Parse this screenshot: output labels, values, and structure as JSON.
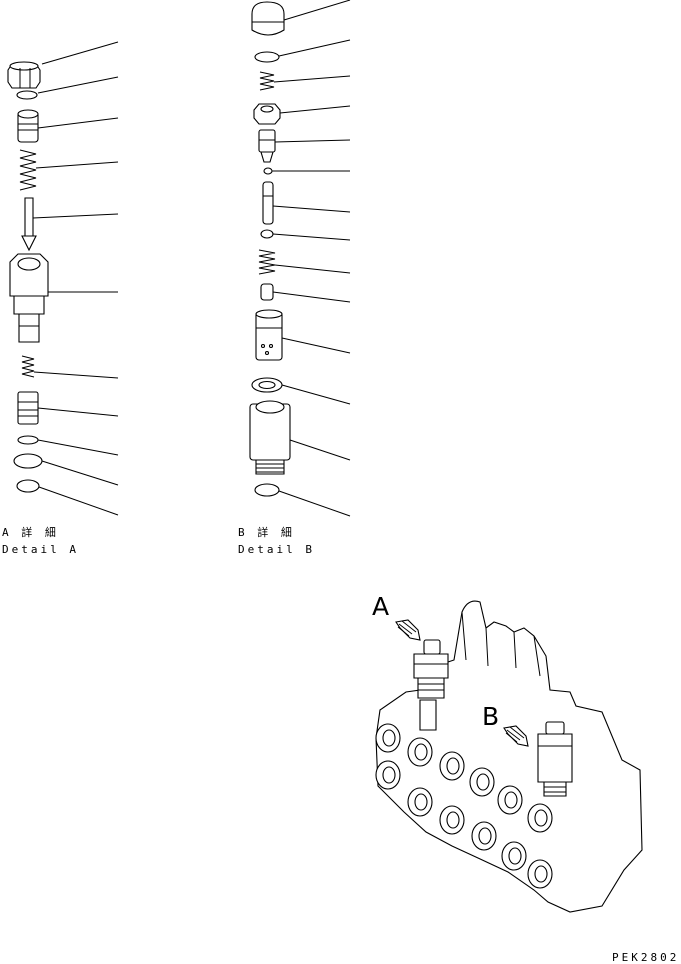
{
  "detail_a": {
    "title_jp": "A 詳 細",
    "title_en": "Detail A"
  },
  "detail_b": {
    "title_jp": "B 詳 細",
    "title_en": "Detail B"
  },
  "callouts": {
    "a": "A",
    "b": "B"
  },
  "drawing_code": "PEK2802"
}
